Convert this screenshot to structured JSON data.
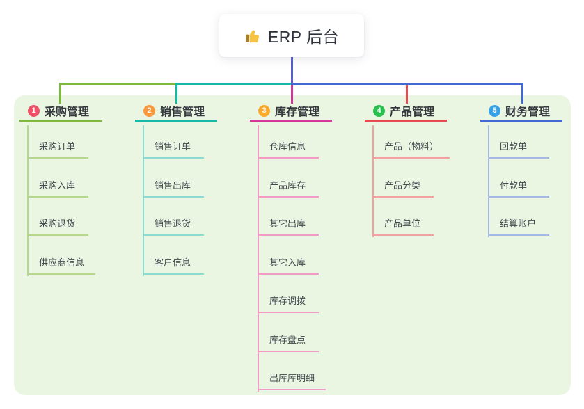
{
  "root": {
    "label": "ERP 后台",
    "icon": "thumbs-up-icon",
    "connector_color": "#575dd8",
    "card_bg": "#ffffff",
    "text_color": "#2e323d"
  },
  "canvas": {
    "panel_bg": "#eaf6e2",
    "page_bg": "#ffffff"
  },
  "branches": [
    {
      "index": "1",
      "label": "采购管理",
      "badge_color": "#ef5368",
      "line_color": "#7eb93d",
      "child_line_color": "#b5da8e",
      "children": [
        "采购订单",
        "采购入库",
        "采购退货",
        "供应商信息"
      ]
    },
    {
      "index": "2",
      "label": "销售管理",
      "badge_color": "#f9993f",
      "line_color": "#16b8a6",
      "child_line_color": "#8adcd2",
      "children": [
        "销售订单",
        "销售出库",
        "销售退货",
        "客户信息"
      ]
    },
    {
      "index": "3",
      "label": "库存管理",
      "badge_color": "#fba92b",
      "line_color": "#d63699",
      "child_line_color": "#f29bc9",
      "children": [
        "仓库信息",
        "产品库存",
        "其它出库",
        "其它入库",
        "库存调拨",
        "库存盘点",
        "出库库明细"
      ]
    },
    {
      "index": "4",
      "label": "产品管理",
      "badge_color": "#2cbe4e",
      "line_color": "#e94a50",
      "child_line_color": "#f4a29f",
      "children": [
        "产品（物料）",
        "产品分类",
        "产品单位"
      ]
    },
    {
      "index": "5",
      "label": "财务管理",
      "badge_color": "#38a2e9",
      "line_color": "#4468d1",
      "child_line_color": "#a2b9e6",
      "children": [
        "回款单",
        "付款单",
        "结算账户"
      ]
    }
  ]
}
